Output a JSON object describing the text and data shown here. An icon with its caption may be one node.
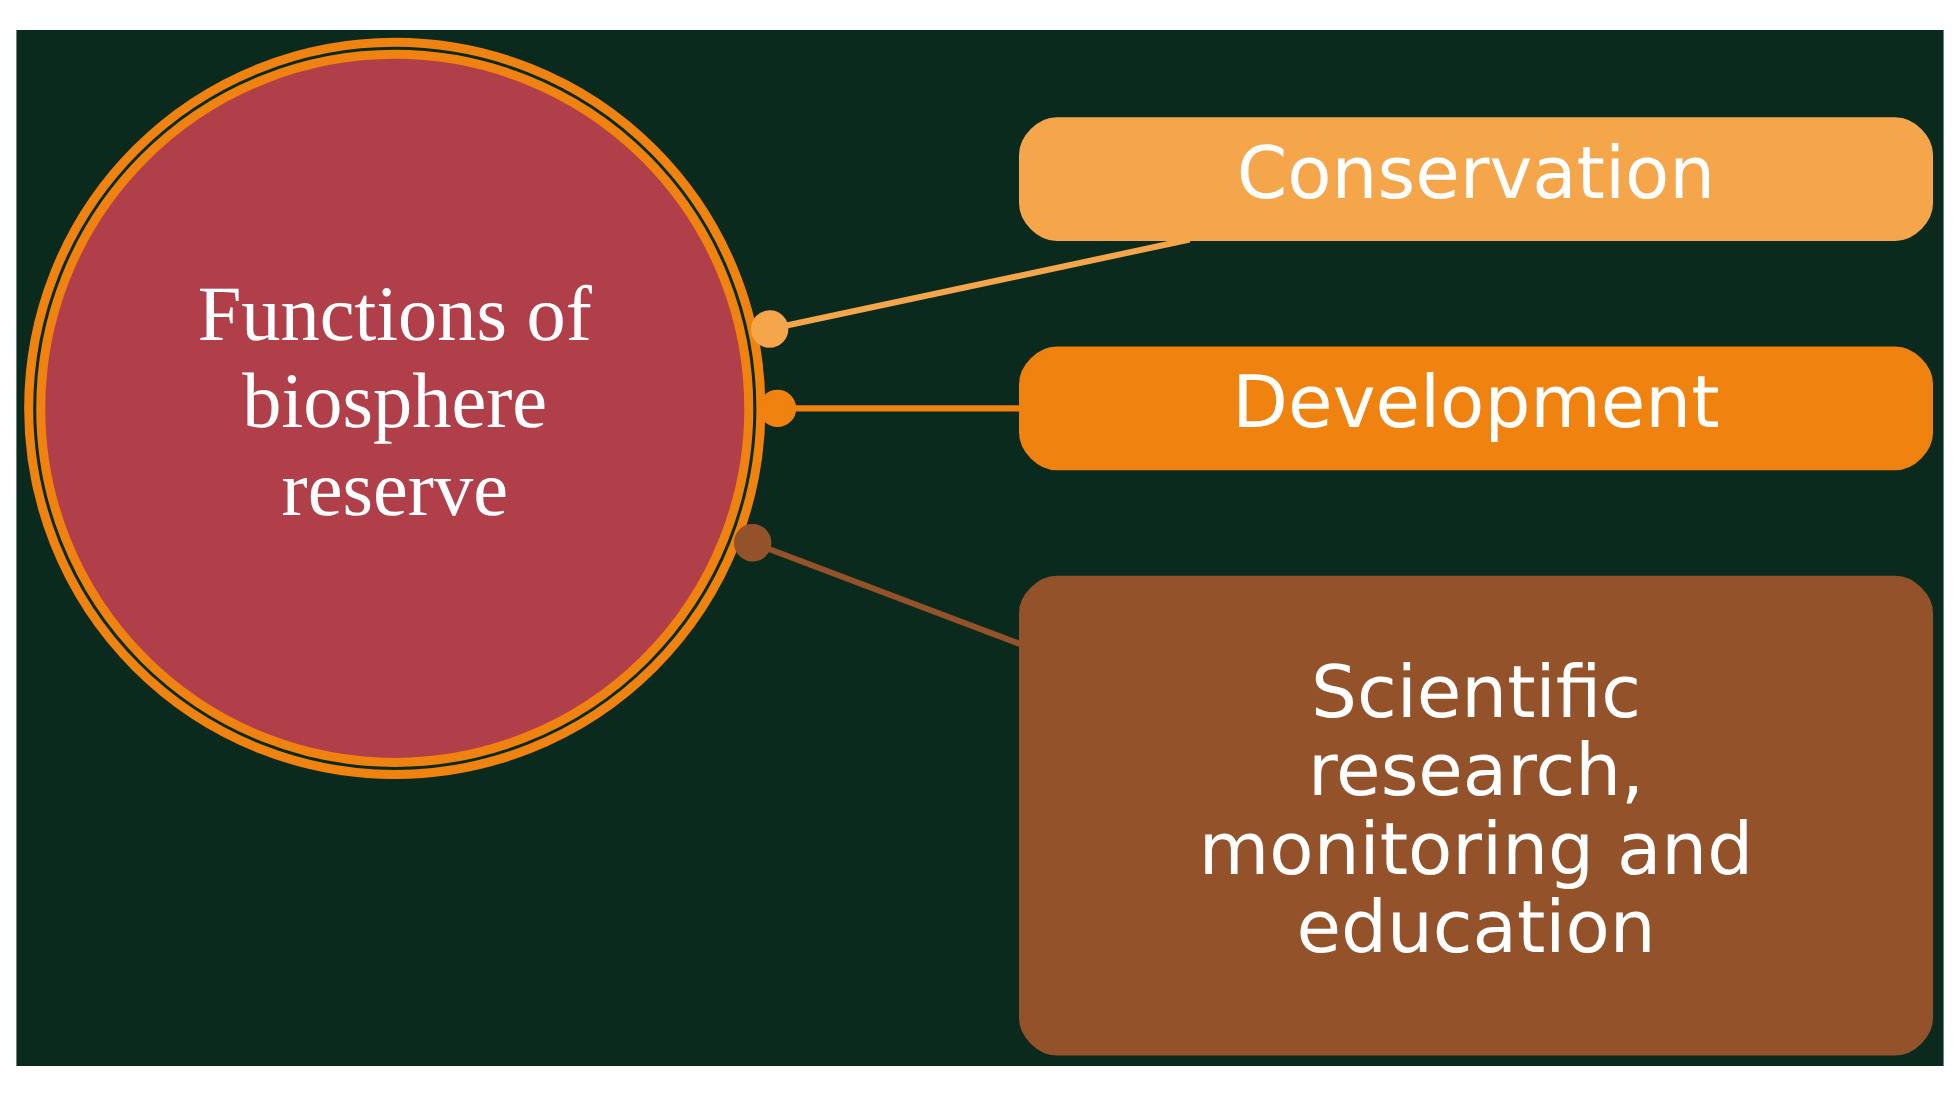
{
  "diagram": {
    "nodes": [
      {
        "text": [
          "Functions of biosphere reserve"
        ]
      },
      {
        "text": [
          "Conservation"
        ]
      },
      {
        "text": [
          "Development"
        ]
      },
      {
        "text": [
          "Scientific research, monitoring and education"
        ]
      }
    ],
    "edges": [
      {
        "from": 0,
        "to": 1,
        "arrow": "other",
        "color": "#f5a54a"
      },
      {
        "from": 0,
        "to": 2,
        "arrow": "other",
        "color": "#f0820f"
      },
      {
        "from": 0,
        "to": 3,
        "arrow": "other",
        "color": "#93522a"
      }
    ]
  }
}
